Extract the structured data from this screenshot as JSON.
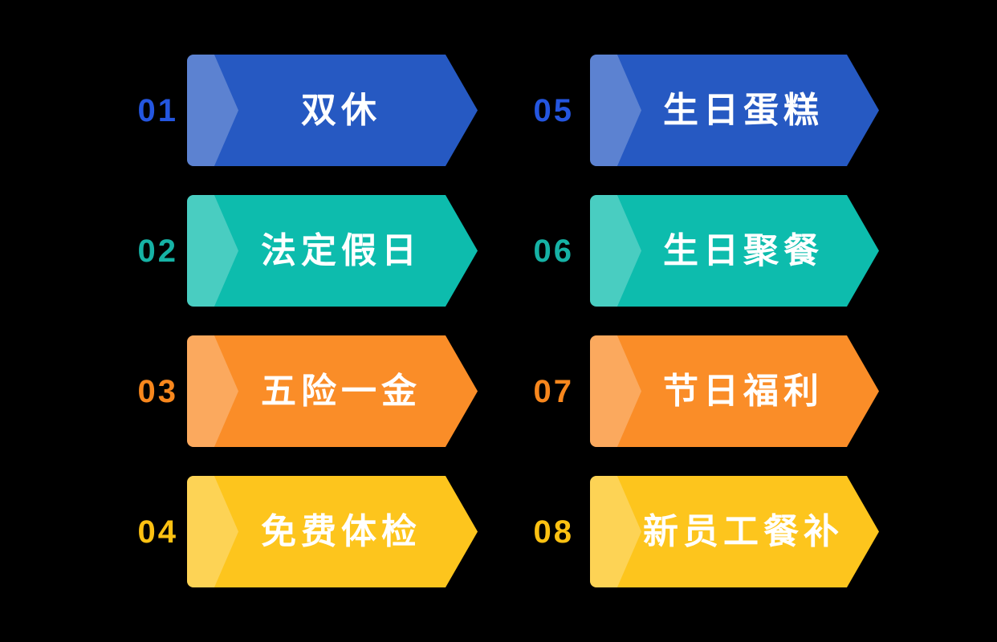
{
  "canvas": {
    "background_color": "#000000",
    "label_text_color": "#FFFFFF",
    "chevron_overlay": "rgba(255,255,255,0.25)"
  },
  "benefits": {
    "items": [
      {
        "number": "01",
        "label": "双休",
        "banner_color": "#2659C2",
        "number_color": "#2456E0"
      },
      {
        "number": "02",
        "label": "法定假日",
        "banner_color": "#0DBCAD",
        "number_color": "#16B2A5"
      },
      {
        "number": "03",
        "label": "五险一金",
        "banner_color": "#FA8D28",
        "number_color": "#F8871D"
      },
      {
        "number": "04",
        "label": "免费体检",
        "banner_color": "#FDC51D",
        "number_color": "#FCC112"
      },
      {
        "number": "05",
        "label": "生日蛋糕",
        "banner_color": "#2659C2",
        "number_color": "#2456E0"
      },
      {
        "number": "06",
        "label": "生日聚餐",
        "banner_color": "#0DBCAD",
        "number_color": "#16B2A5"
      },
      {
        "number": "07",
        "label": "节日福利",
        "banner_color": "#FA8D28",
        "number_color": "#F8871D"
      },
      {
        "number": "08",
        "label": "新员工餐补",
        "banner_color": "#FDC51D",
        "number_color": "#FCC112"
      }
    ]
  }
}
